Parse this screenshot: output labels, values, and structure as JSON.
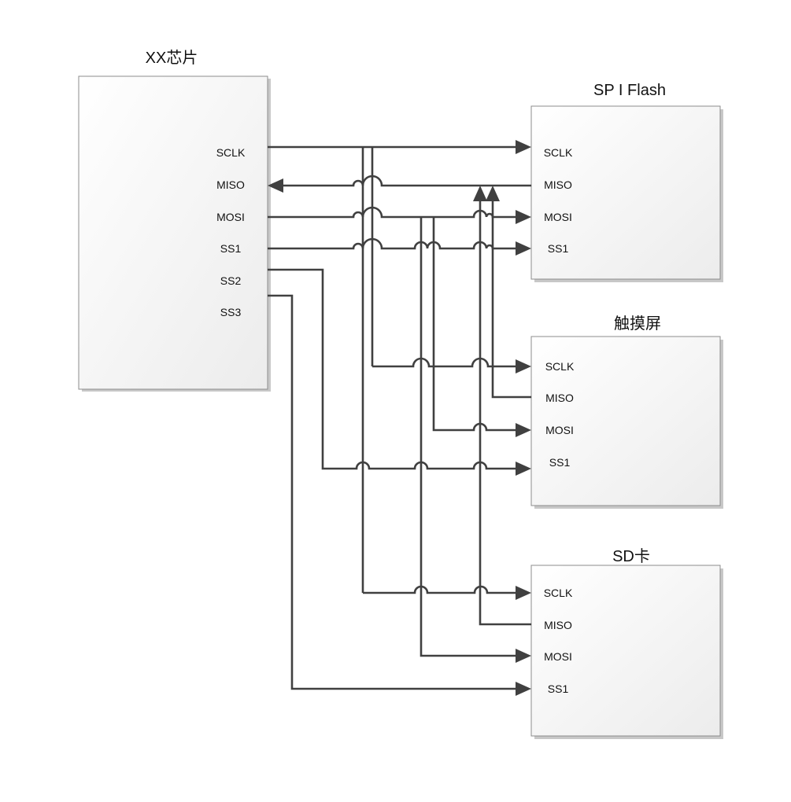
{
  "chip": {
    "title": "XX芯片",
    "pins": [
      "SCLK",
      "MISO",
      "MOSI",
      "SS1",
      "SS2",
      "SS3"
    ]
  },
  "devices": [
    {
      "title": "SP I Flash",
      "pins": [
        "SCLK",
        "MISO",
        "MOSI",
        "SS1"
      ]
    },
    {
      "title": "触摸屏",
      "pins": [
        "SCLK",
        "MISO",
        "MOSI",
        "SS1"
      ]
    },
    {
      "title": "SD卡",
      "pins": [
        "SCLK",
        "MISO",
        "MOSI",
        "SS1"
      ]
    }
  ]
}
